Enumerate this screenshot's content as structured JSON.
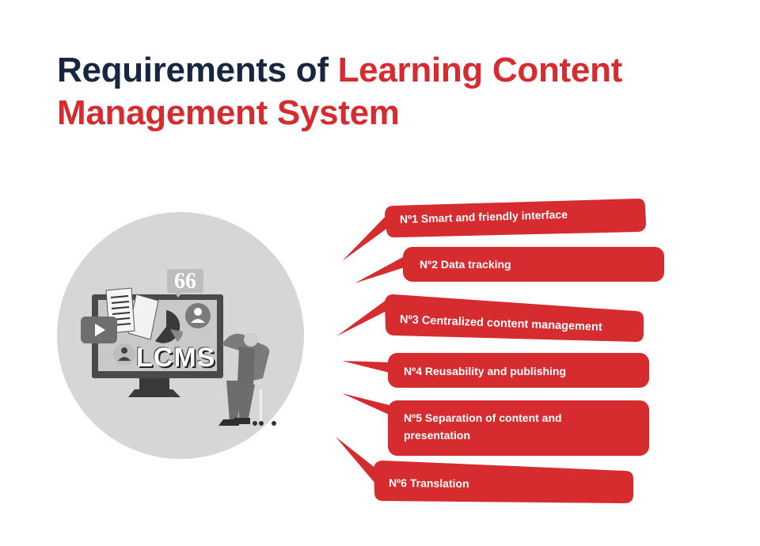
{
  "title": {
    "part_dark": "Requirements of ",
    "part_red_line1": "Learning Content",
    "part_red_line2": "Management System"
  },
  "colors": {
    "title_dark": "#172641",
    "accent_red": "#d62b2f",
    "circle_bg": "#d6d6d6",
    "bubble_text": "#ffffff"
  },
  "illustration": {
    "label": "LCMS",
    "elements": [
      "document-icon",
      "quote-bubble-icon",
      "play-button-icon",
      "pie-chart-icon",
      "user-avatar-icon",
      "monitor",
      "sitting-man"
    ]
  },
  "requirements": [
    {
      "number": "Nº1",
      "label": "Smart and friendly interface",
      "text": "Nº1 Smart and friendly interface"
    },
    {
      "number": "Nº2",
      "label": "Data tracking",
      "text": "Nº2 Data tracking"
    },
    {
      "number": "Nº3",
      "label": "Centralized content management",
      "text": "Nº3 Centralized content management"
    },
    {
      "number": "Nº4",
      "label": "Reusability and publishing",
      "text": "Nº4 Reusability and publishing"
    },
    {
      "number": "Nº5",
      "label": "Separation of content and presentation",
      "text_line1": "Nº5 Separation of content and",
      "text_line2": "presentation"
    },
    {
      "number": "Nº6",
      "label": "Translation",
      "text": "Nº6 Translation"
    }
  ]
}
